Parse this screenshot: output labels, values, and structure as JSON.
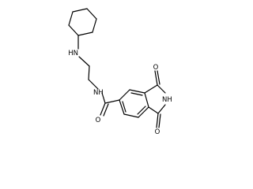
{
  "molecule": {
    "atom_labels": {
      "amine_nh": "HN",
      "amide_nh": "NH",
      "imide_nh": "NH",
      "carbonyl_o_top": "O",
      "carbonyl_o_bottom": "O",
      "amide_o": "O"
    },
    "colors": {
      "bond": "#000000",
      "label": "#000000",
      "background": "#ffffff"
    }
  }
}
